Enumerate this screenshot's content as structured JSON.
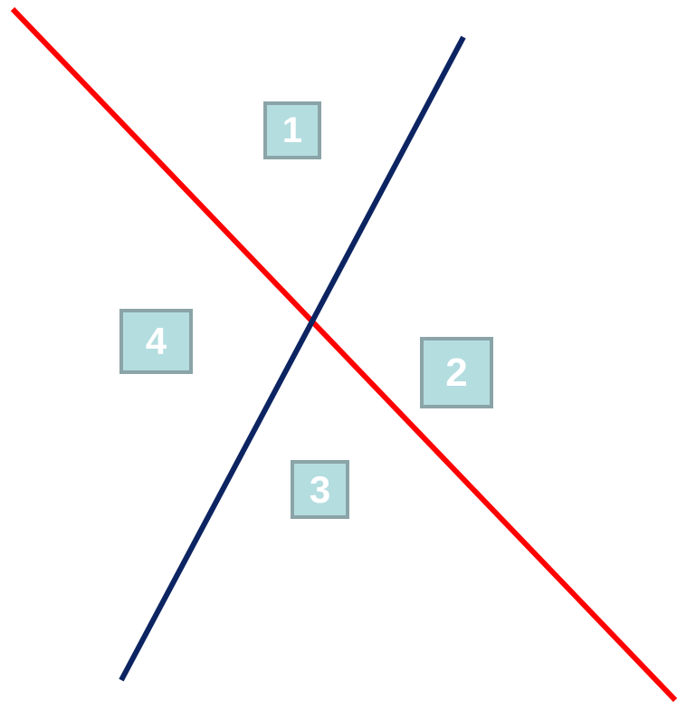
{
  "colors": {
    "red_line": "#ff0000",
    "navy_line": "#0c2461",
    "box_fill": "#b4dde0",
    "box_border": "#8aa4a8",
    "box_text": "#ffffff"
  },
  "regions": [
    {
      "label": "1"
    },
    {
      "label": "2"
    },
    {
      "label": "3"
    },
    {
      "label": "4"
    }
  ]
}
